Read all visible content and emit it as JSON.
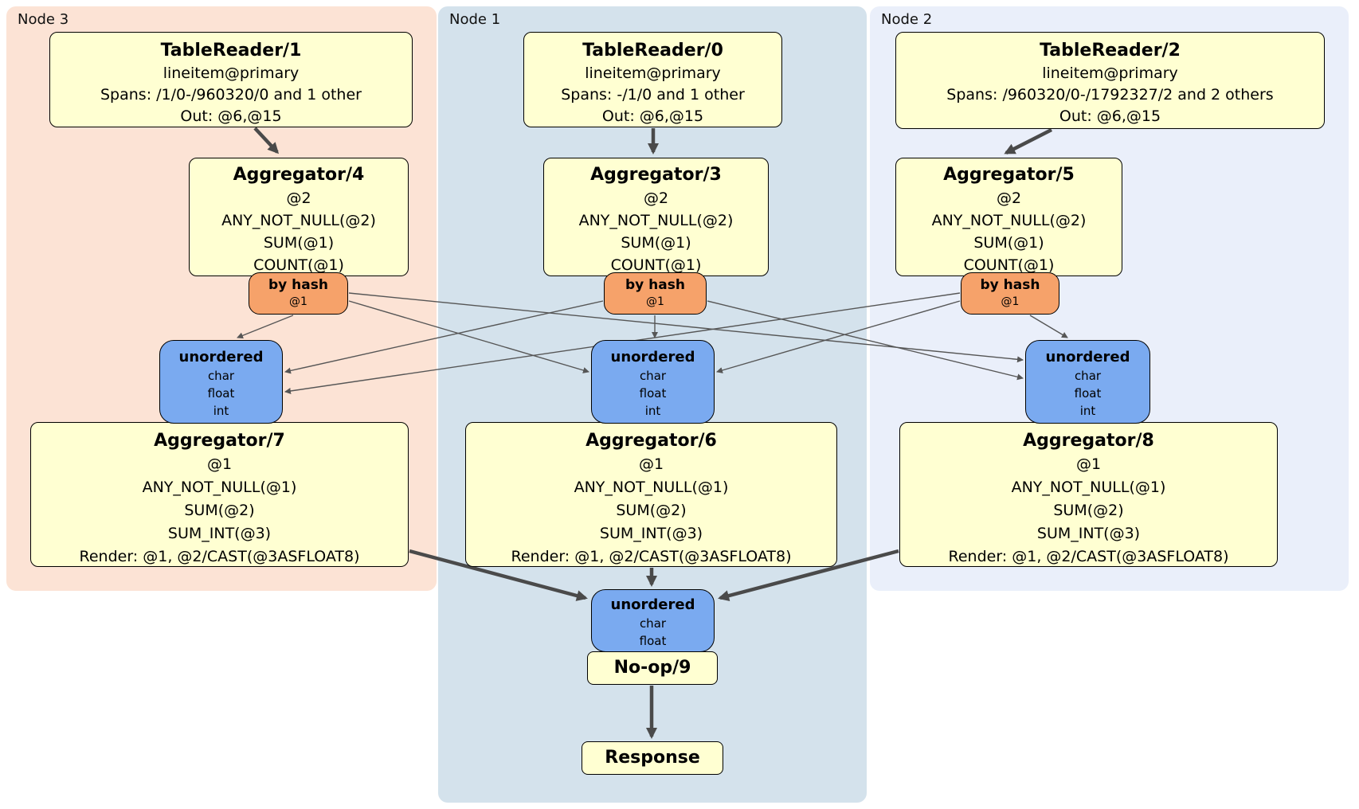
{
  "diagram": {
    "nodes": [
      {
        "label": "Node 3",
        "table_reader": {
          "title": "TableReader/1",
          "lines": [
            "lineitem@primary",
            "Spans: /1/0-/960320/0 and 1 other",
            "Out: @6,@15"
          ]
        },
        "aggregator_top": {
          "title": "Aggregator/4",
          "lines": [
            "@2",
            "ANY_NOT_NULL(@2)",
            "SUM(@1)",
            "COUNT(@1)"
          ]
        },
        "router": {
          "title": "by hash",
          "columns": "@1"
        },
        "sync": {
          "title": "unordered",
          "types": [
            "char",
            "float",
            "int"
          ]
        },
        "aggregator_bottom": {
          "title": "Aggregator/7",
          "lines": [
            "@1",
            "ANY_NOT_NULL(@1)",
            "SUM(@2)",
            "SUM_INT(@3)",
            "Render: @1, @2/CAST(@3ASFLOAT8)"
          ]
        }
      },
      {
        "label": "Node 1",
        "table_reader": {
          "title": "TableReader/0",
          "lines": [
            "lineitem@primary",
            "Spans: -/1/0 and 1 other",
            "Out: @6,@15"
          ]
        },
        "aggregator_top": {
          "title": "Aggregator/3",
          "lines": [
            "@2",
            "ANY_NOT_NULL(@2)",
            "SUM(@1)",
            "COUNT(@1)"
          ]
        },
        "router": {
          "title": "by hash",
          "columns": "@1"
        },
        "sync": {
          "title": "unordered",
          "types": [
            "char",
            "float",
            "int"
          ]
        },
        "aggregator_bottom": {
          "title": "Aggregator/6",
          "lines": [
            "@1",
            "ANY_NOT_NULL(@1)",
            "SUM(@2)",
            "SUM_INT(@3)",
            "Render: @1, @2/CAST(@3ASFLOAT8)"
          ]
        }
      },
      {
        "label": "Node 2",
        "table_reader": {
          "title": "TableReader/2",
          "lines": [
            "lineitem@primary",
            "Spans: /960320/0-/1792327/2 and 2 others",
            "Out: @6,@15"
          ]
        },
        "aggregator_top": {
          "title": "Aggregator/5",
          "lines": [
            "@2",
            "ANY_NOT_NULL(@2)",
            "SUM(@1)",
            "COUNT(@1)"
          ]
        },
        "router": {
          "title": "by hash",
          "columns": "@1"
        },
        "sync": {
          "title": "unordered",
          "types": [
            "char",
            "float",
            "int"
          ]
        },
        "aggregator_bottom": {
          "title": "Aggregator/8",
          "lines": [
            "@1",
            "ANY_NOT_NULL(@1)",
            "SUM(@2)",
            "SUM_INT(@3)",
            "Render: @1, @2/CAST(@3ASFLOAT8)"
          ]
        }
      }
    ],
    "final": {
      "sync": {
        "title": "unordered",
        "types": [
          "char",
          "float"
        ]
      },
      "noop_title": "No-op/9",
      "response_title": "Response"
    },
    "colors": {
      "node3_panel": "#fce3d5",
      "node1_panel": "#d4e2ec",
      "node2_panel": "#eaeffa",
      "processor_fill": "#ffffd2",
      "router_fill": "#f6a26a",
      "sync_fill": "#7aaaf0",
      "edge_color": "#4a4a4a"
    }
  }
}
